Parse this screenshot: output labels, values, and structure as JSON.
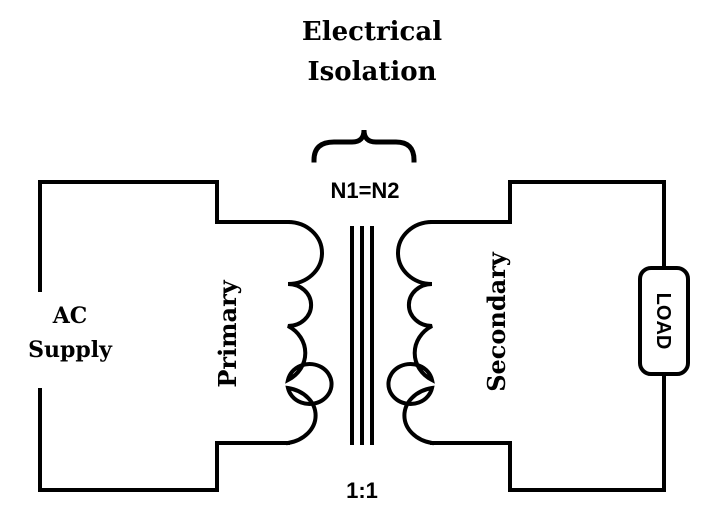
{
  "labels": {
    "title_line1": "Electrical",
    "title_line2": "Isolation",
    "turns_equal": "N1=N2",
    "ratio": "1:1",
    "source_line1": "AC",
    "source_line2": "Supply",
    "primary": "Primary",
    "secondary": "Secondary",
    "load": "LOAD"
  },
  "colors": {
    "stroke": "#000000",
    "background": "#ffffff"
  }
}
